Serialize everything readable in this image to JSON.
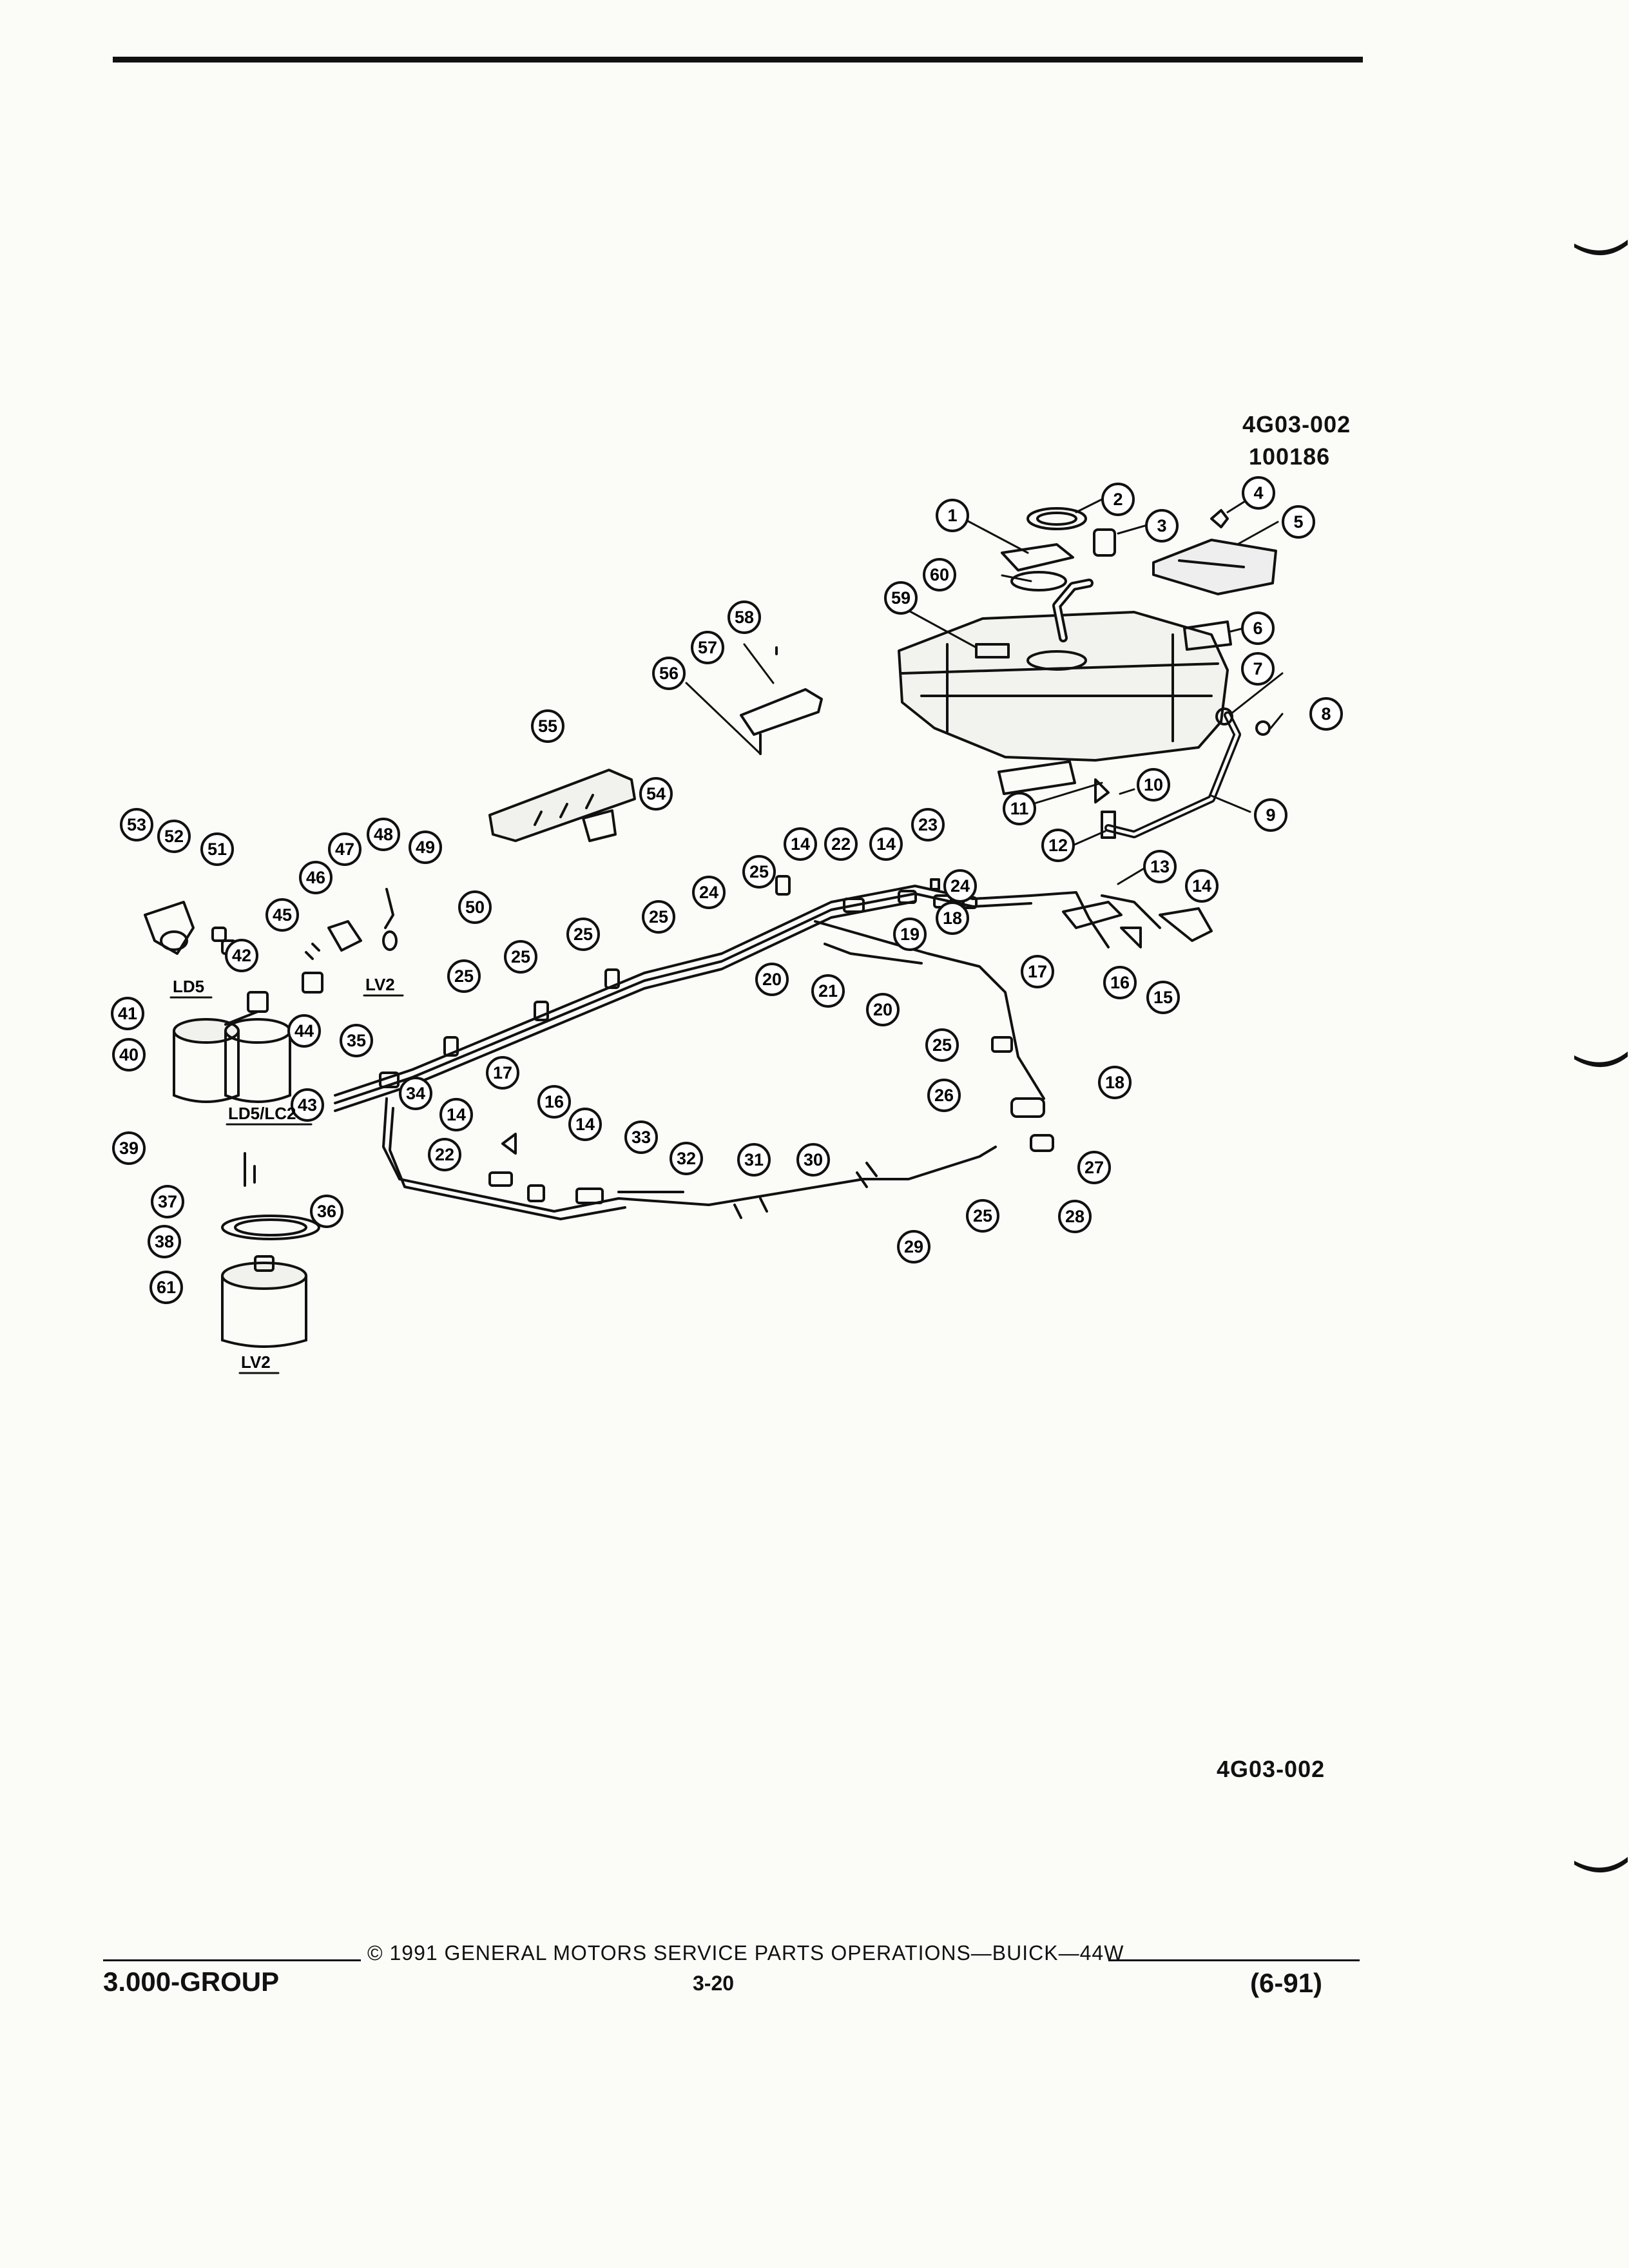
{
  "header": {
    "figure_code": "4G03-002",
    "figure_id": "100186"
  },
  "diagram": {
    "variant_labels": [
      "LD5",
      "LV2",
      "LD5/LC2",
      "LV2"
    ],
    "callouts": [
      "1",
      "2",
      "3",
      "4",
      "5",
      "6",
      "7",
      "8",
      "9",
      "10",
      "11",
      "12",
      "13",
      "14",
      "15",
      "16",
      "17",
      "18",
      "19",
      "20",
      "21",
      "22",
      "23",
      "24",
      "25",
      "26",
      "27",
      "28",
      "29",
      "30",
      "31",
      "32",
      "33",
      "34",
      "35",
      "36",
      "37",
      "38",
      "39",
      "40",
      "41",
      "42",
      "43",
      "44",
      "45",
      "46",
      "47",
      "48",
      "49",
      "50",
      "51",
      "52",
      "53",
      "54",
      "55",
      "56",
      "57",
      "58",
      "59",
      "60",
      "61"
    ]
  },
  "footer_figure_code": "4G03-002",
  "footer": {
    "copyright": "© 1991 GENERAL MOTORS SERVICE PARTS OPERATIONS—BUICK—44W",
    "group": "3.000-GROUP",
    "page_number": "3-20",
    "revision": "(6-91)"
  }
}
